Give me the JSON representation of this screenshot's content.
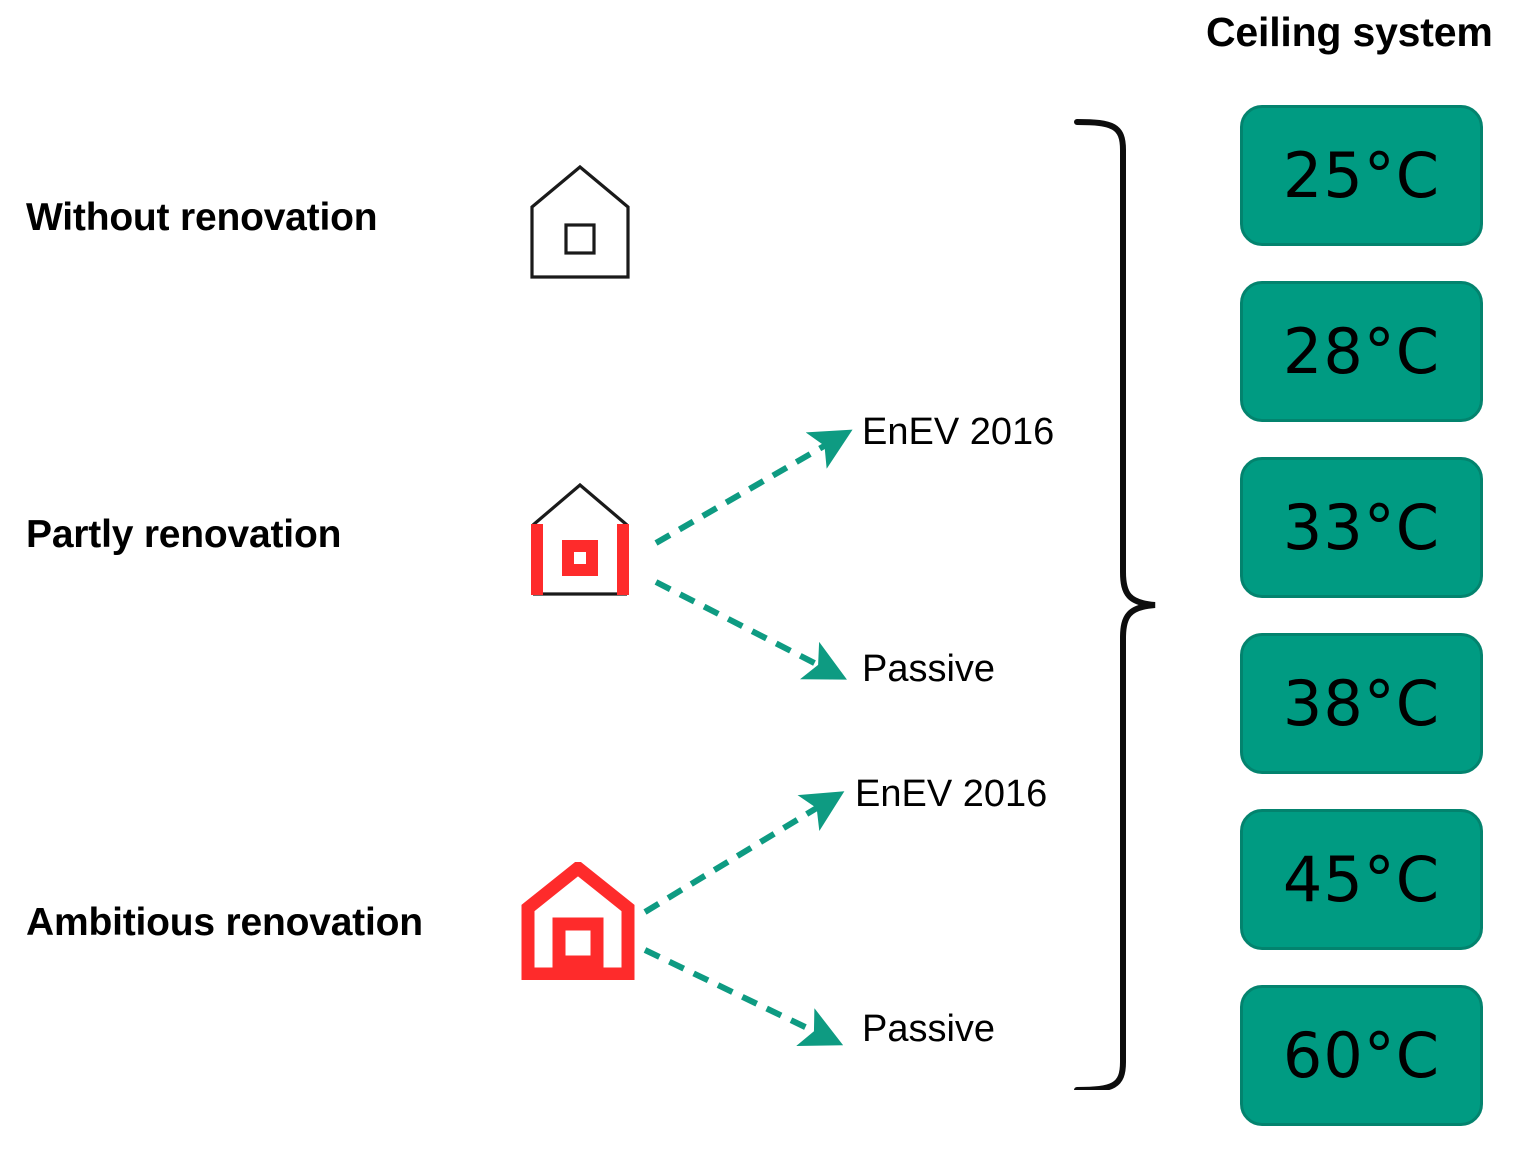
{
  "diagram": {
    "title_right": "Ceiling system",
    "colors": {
      "box_fill": "#009B82",
      "box_border": "#03836E",
      "arrow": "#0E9B82",
      "house_red": "#FE2B2B",
      "house_black": "#1A1A1A",
      "text": "#000000"
    },
    "categories": [
      {
        "label": "Without renovation",
        "house_icon": "house-outline-icon",
        "house_style": "black-thin"
      },
      {
        "label": "Partly renovation",
        "house_icon": "house-partly-renovated-icon",
        "house_style": "red-walls"
      },
      {
        "label": "Ambitious renovation",
        "house_icon": "house-ambitious-renovated-icon",
        "house_style": "red-thick"
      }
    ],
    "branch_labels": [
      {
        "label": "EnEV 2016",
        "from": "Partly renovation"
      },
      {
        "label": "Passive",
        "from": "Partly renovation"
      },
      {
        "label": "EnEV 2016",
        "from": "Ambitious renovation"
      },
      {
        "label": "Passive",
        "from": "Ambitious renovation"
      }
    ],
    "temperatures": [
      {
        "value": "25°C"
      },
      {
        "value": "28°C"
      },
      {
        "value": "33°C"
      },
      {
        "value": "38°C"
      },
      {
        "value": "45°C"
      },
      {
        "value": "60°C"
      }
    ],
    "brace": {
      "icon": "curly-brace-icon",
      "groups": "all six temperatures"
    }
  },
  "chart_data": {
    "type": "diagram",
    "title": "Ceiling system",
    "categories": [
      "Without renovation",
      "Partly renovation",
      "Ambitious renovation"
    ],
    "branches": [
      "EnEV 2016",
      "Passive"
    ],
    "values": [
      "25°C",
      "28°C",
      "33°C",
      "38°C",
      "45°C",
      "60°C"
    ],
    "unit": "°C",
    "ylabel": "",
    "xlabel": ""
  }
}
